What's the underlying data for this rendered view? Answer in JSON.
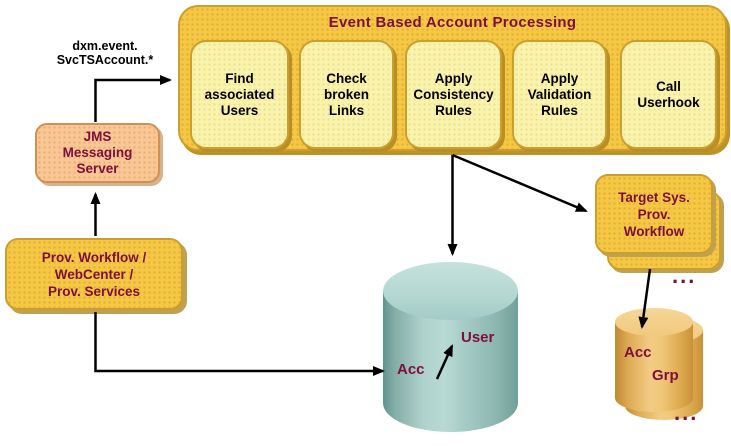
{
  "colors": {
    "gold": "#F5C843",
    "gold_dot": "#E2AC38",
    "light_yellow": "#F9F3AC",
    "peach": "#F8C795",
    "teal": "#A6CCC6",
    "tan": "#E7B55F",
    "maroon": "#7C0F3C"
  },
  "labels": {
    "title": "Event Based Account Processing",
    "event_topic": "dxm.event.\nSvcTSAccount.*",
    "jms": "JMS\nMessaging\nServer",
    "prov": "Prov. Workflow /\nWebCenter /\nProv. Services",
    "target": "Target Sys.\nProv.\nWorkflow",
    "ellipsis": "..."
  },
  "steps": [
    {
      "label": "Find\nassociated\nUsers"
    },
    {
      "label": "Check\nbroken\nLinks"
    },
    {
      "label": "Apply\nConsistency\nRules"
    },
    {
      "label": "Apply\nValidation\nRules"
    },
    {
      "label": "Call\nUserhook"
    }
  ],
  "main_db": {
    "acc": "Acc",
    "user": "User"
  },
  "target_db": {
    "acc": "Acc",
    "grp": "Grp"
  }
}
